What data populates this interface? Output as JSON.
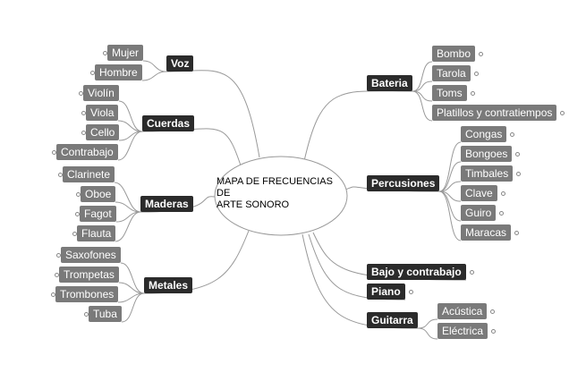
{
  "center": {
    "lines": [
      "MAPA DE FRECUENCIAS",
      "DE",
      "ARTE SONORO"
    ]
  },
  "branches": {
    "voz": {
      "label": "Voz",
      "children": [
        "Mujer",
        "Hombre"
      ]
    },
    "cuerdas": {
      "label": "Cuerdas",
      "children": [
        "Violín",
        "Viola",
        "Cello",
        "Contrabajo"
      ]
    },
    "maderas": {
      "label": "Maderas",
      "children": [
        "Clarinete",
        "Oboe",
        "Fagot",
        "Flauta"
      ]
    },
    "metales": {
      "label": "Metales",
      "children": [
        "Saxofones",
        "Trompetas",
        "Trombones",
        "Tuba"
      ]
    },
    "bateria": {
      "label": "Bateria",
      "children": [
        "Bombo",
        "Tarola",
        "Toms",
        "Platillos y contratiempos"
      ]
    },
    "percusiones": {
      "label": "Percusiones",
      "children": [
        "Congas",
        "Bongoes",
        "Timbales",
        "Clave",
        "Guiro",
        "Maracas"
      ]
    },
    "bajo": {
      "label": "Bajo y contrabajo",
      "children": []
    },
    "piano": {
      "label": "Piano",
      "children": []
    },
    "guitarra": {
      "label": "Guitarra",
      "children": [
        "Acústica",
        "Eléctrica"
      ]
    }
  },
  "colors": {
    "branch_fill": "#2b2b2b",
    "leaf_fill": "#7a7a7a",
    "line": "#999999"
  }
}
